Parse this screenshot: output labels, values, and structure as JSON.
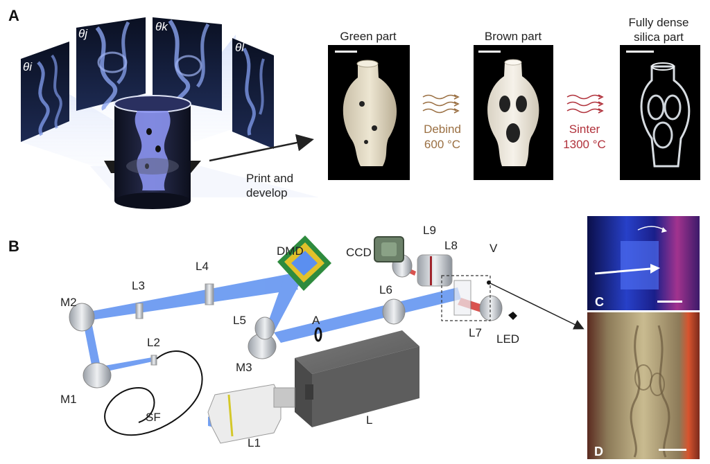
{
  "panel_labels": {
    "a": "A",
    "b": "B",
    "c": "C",
    "d": "D"
  },
  "projection_labels": [
    "θi",
    "θj",
    "θk",
    "θl"
  ],
  "arrow_text_line1": "Print and",
  "arrow_text_line2": "develop",
  "stages": {
    "green": {
      "title": "Green part"
    },
    "brown": {
      "title": "Brown part"
    },
    "dense": {
      "title_line1": "Fully dense",
      "title_line2": "silica part"
    }
  },
  "debind": {
    "line1": "Debind",
    "line2": "600 °C"
  },
  "sinter": {
    "line1": "Sinter",
    "line2": "1300 °C"
  },
  "optics_labels": {
    "m1": "M1",
    "m2": "M2",
    "m3": "M3",
    "l1": "L1",
    "l2": "L2",
    "l3": "L3",
    "l4": "L4",
    "l5": "L5",
    "l6": "L6",
    "l7": "L7",
    "l8": "L8",
    "l9": "L9",
    "dmd": "DMD",
    "ccd": "CCD",
    "a": "A",
    "v": "V",
    "led": "LED",
    "sf": "SF",
    "l": "L"
  },
  "colors": {
    "beam_blue": "#5b8ff0",
    "laser_red": "#d9534f",
    "debind_brown": "#9a6f42",
    "sinter_red": "#b0303a"
  }
}
